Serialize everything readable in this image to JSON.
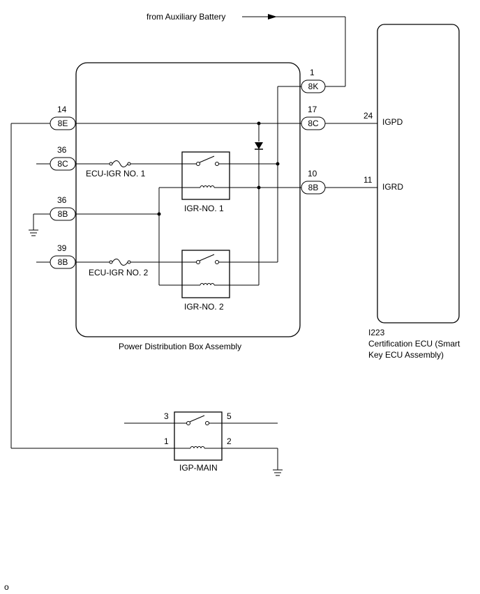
{
  "source_label": "from Auxiliary Battery",
  "pdb": {
    "name": "Power Distribution Box Assembly",
    "connectors": {
      "k8": {
        "pin": "1",
        "conn": "8K"
      },
      "e8": {
        "pin": "14",
        "conn": "8E"
      },
      "c8_17": {
        "pin": "17",
        "conn": "8C"
      },
      "c8_36": {
        "pin": "36",
        "conn": "8C"
      },
      "b8_10": {
        "pin": "10",
        "conn": "8B"
      },
      "b8_36": {
        "pin": "36",
        "conn": "8B"
      },
      "b8_39": {
        "pin": "39",
        "conn": "8B"
      }
    },
    "fuse1": "ECU-IGR NO. 1",
    "fuse2": "ECU-IGR NO. 2",
    "relay1": "IGR-NO. 1",
    "relay2": "IGR-NO. 2"
  },
  "ecu": {
    "code": "I223",
    "name_line1": "Certification ECU (Smart",
    "name_line2": "Key ECU Assembly)",
    "pins": {
      "igpd": {
        "pin": "24",
        "name": "IGPD"
      },
      "igrd": {
        "pin": "11",
        "name": "IGRD"
      }
    }
  },
  "igp_main": {
    "name": "IGP-MAIN",
    "pins": {
      "p3": "3",
      "p5": "5",
      "p1": "1",
      "p2": "2"
    }
  },
  "corner_mark": "o"
}
